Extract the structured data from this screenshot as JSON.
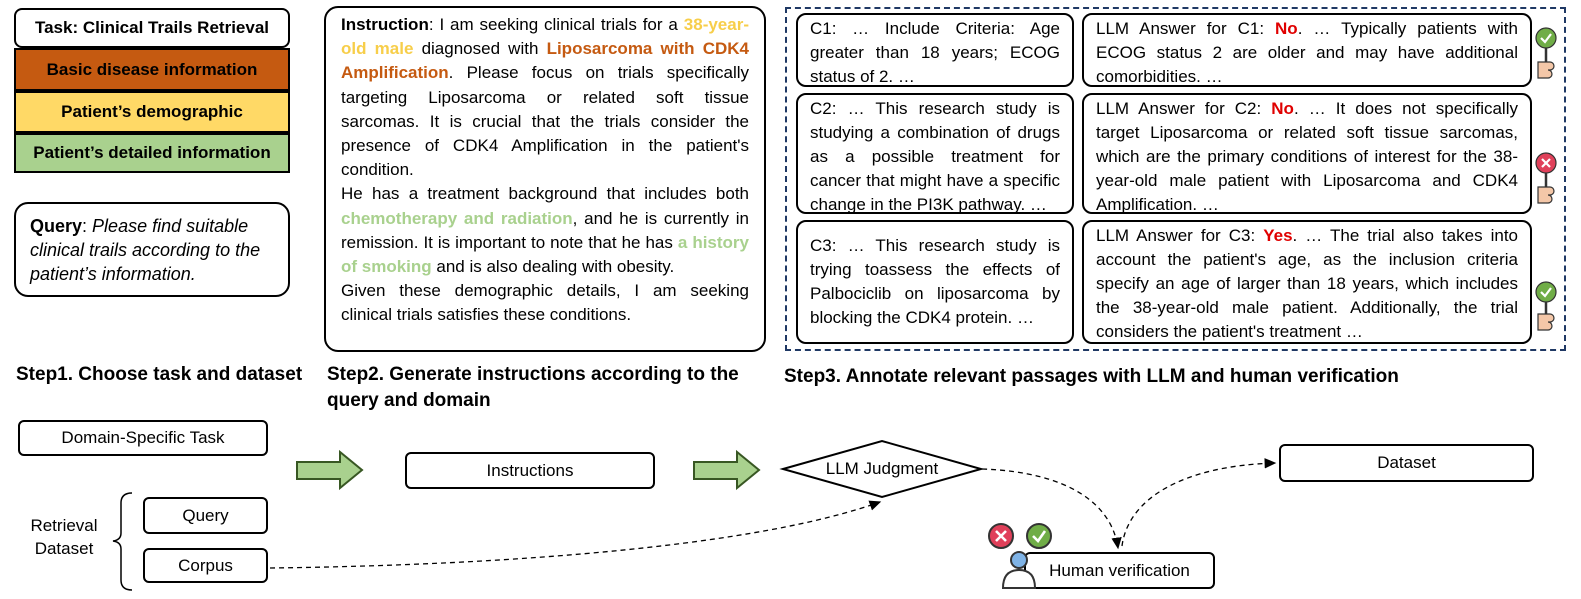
{
  "legend": {
    "task": "Task: Clinical Trails Retrieval",
    "basic": "Basic disease information",
    "demographic": "Patient’s demographic",
    "detailed": "Patient’s detailed information"
  },
  "query": {
    "label": "Query",
    "colon": ": ",
    "text": "Please find suitable clinical trails according to the patient’s information."
  },
  "instruction": {
    "label": "Instruction",
    "p1_a": ": I am seeking clinical trials for a ",
    "age": "38-year-old male",
    "p1_b": " diagnosed with ",
    "disease": "Liposarcoma with CDK4 Amplification",
    "p1_c": ". Please focus on trials specifically targeting Liposarcoma or related soft tissue sarcomas. It is crucial that the trials consider the presence of CDK4 Amplification in the patient's condition.",
    "p2_a": "He has a treatment background that includes both ",
    "treatment": "chemotherapy and radiation",
    "p2_b": ", and he is currently in remission. It is important to note that he has ",
    "smoking": "a history of smoking",
    "p2_c": " and is also dealing with obesity.",
    "p3": "Given these demographic details, I am seeking clinical trials satisfies these conditions."
  },
  "candidates": [
    {
      "text": "C1:  … Include Criteria:  Age greater than 18 years; ECOG status of 2. …"
    },
    {
      "text": "C2:  … This research study is studying a combination of drugs as a possible treatment for cancer that might have a specific change in the PI3K pathway. …"
    },
    {
      "text": "C3:  … This research study is trying toassess the effects of Palbociclib on liposarcoma by blocking the CDK4 protein. …"
    }
  ],
  "answers": [
    {
      "prefix": "LLM Answer for C1: ",
      "verdict": "No",
      "rest": ". … Typically patients with ECOG status 2 are older and may have additional comorbidities. …"
    },
    {
      "prefix": "LLM Answer for C2: ",
      "verdict": "No",
      "rest": ". … It does not specifically target Liposarcoma or related soft tissue sarcomas, which are the primary conditions of interest for the 38-year-old male patient with Liposarcoma and CDK4 Amplification. …"
    },
    {
      "prefix": "LLM Answer for C3:  ",
      "verdict": "Yes",
      "rest": ". … The trial also takes into account the patient's age, as the inclusion criteria specify an age of larger than 18 years, which includes the 38-year-old male patient. Additionally, the trial considers the patient's treatment  …"
    }
  ],
  "steps": {
    "step1": "Step1. Choose task and dataset",
    "step2": "Step2. Generate instructions according to the query and domain",
    "step3": "Step3. Annotate relevant passages with LLM and human verification"
  },
  "flow": {
    "domain_task": "Domain-Specific Task",
    "retrieval_dataset": "Retrieval Dataset",
    "query": "Query",
    "corpus": "Corpus",
    "instructions": "Instructions",
    "llm_judgment": "LLM Judgment",
    "dataset": "Dataset",
    "human_verification": "Human verification"
  },
  "colors": {
    "orange": "#c55a11",
    "yellow": "#ffd966",
    "green": "#a9d18e",
    "arrow_green": "#a9d18e",
    "check_green": "#70ad47",
    "cross_red": "#e0405a",
    "dashed_navy": "#1f3864"
  },
  "icons": {
    "approve": "thumb-up-check-icon",
    "reject": "thumb-down-cross-icon",
    "human": "person-icon"
  }
}
